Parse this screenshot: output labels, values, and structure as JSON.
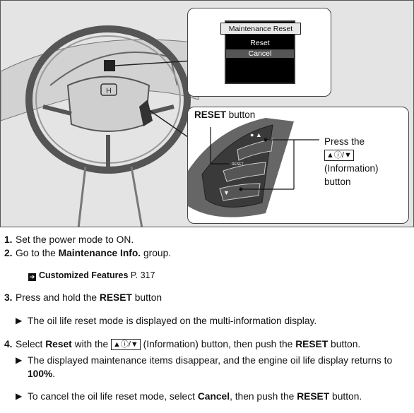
{
  "figure": {
    "display": {
      "title": "Maintenance Reset",
      "option_reset": "Reset",
      "option_cancel": "Cancel"
    },
    "button_callout": {
      "reset_bold": "RESET",
      "reset_rest": " button",
      "press_the": "Press the",
      "info_key": "▲ⓘ/▼",
      "info_line2": "(Information)",
      "info_line3": "button"
    }
  },
  "steps": [
    {
      "num": "1.",
      "parts": [
        "Set the power mode to ON."
      ]
    },
    {
      "num": "2.",
      "pre": "Go to the ",
      "bold": "Maintenance Info.",
      "post": " group."
    },
    {
      "ref_bold": "Customized Features",
      "ref_page": " P. 317"
    },
    {
      "num": "3.",
      "pre": "Press and hold the ",
      "bold": "RESET",
      "post": " button"
    },
    {
      "bullet": "The oil life reset mode is displayed on the multi-information display."
    },
    {
      "num": "4.",
      "pre": "Select ",
      "bold": "Reset",
      "mid": " with the ",
      "key": "▲ⓘ/▼",
      "mid2": " (Information) button, then push the ",
      "bold2": "RESET",
      "post": " button."
    },
    {
      "bullet_pre": "The displayed maintenance items disappear, and the engine oil life display returns to ",
      "bullet_bold": "100%",
      "bullet_post": "."
    },
    {
      "bullet_pre": "To cancel the oil life reset mode, select ",
      "bullet_bold": "Cancel",
      "bullet_mid": ", then push the ",
      "bullet_bold2": "RESET",
      "bullet_post": " button."
    }
  ],
  "icons": {
    "bullet": "▶",
    "ref": "➔"
  }
}
